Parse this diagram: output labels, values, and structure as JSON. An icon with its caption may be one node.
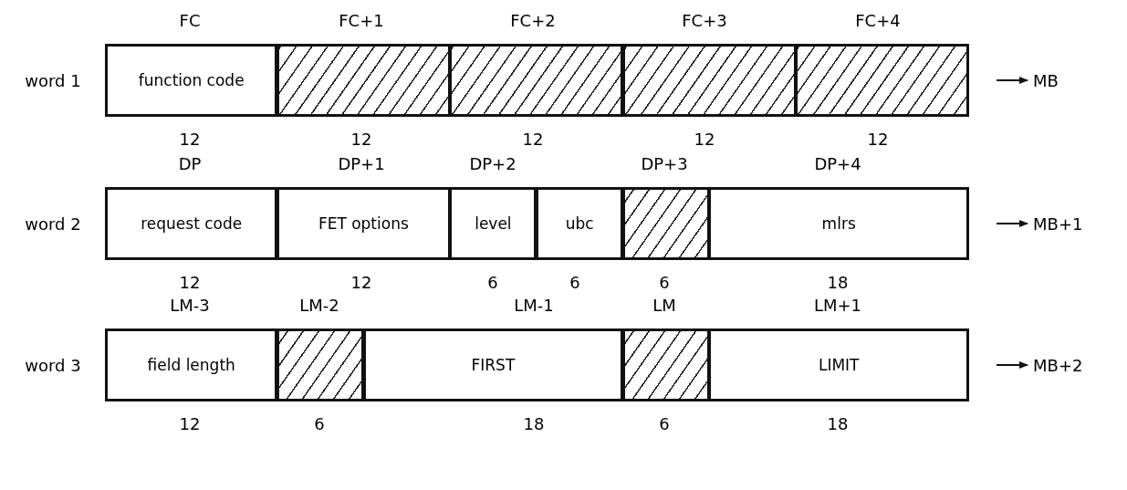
{
  "diagram": {
    "nodes": [
      {
        "text": [
          "function code"
        ]
      },
      {
        "text": [],
        "shape": "box"
      },
      {
        "text": [],
        "shape": "box"
      },
      {
        "text": [],
        "shape": "box"
      },
      {
        "text": [],
        "shape": "box"
      },
      {
        "text": [
          "MB"
        ]
      },
      {
        "text": [
          "request code"
        ]
      },
      {
        "text": [
          "FET options"
        ]
      },
      {
        "text": [
          "level"
        ]
      },
      {
        "text": [
          "ubc"
        ]
      },
      {
        "text": [],
        "shape": "box"
      },
      {
        "text": [
          "mlrs"
        ]
      },
      {
        "text": [
          "MB+1"
        ]
      },
      {
        "text": [
          "field length"
        ]
      },
      {
        "text": [],
        "shape": "box"
      },
      {
        "text": [
          "FIRST"
        ]
      },
      {
        "text": [],
        "shape": "box"
      },
      {
        "text": [
          "LIMIT"
        ]
      },
      {
        "text": [
          "MB+2"
        ]
      }
    ],
    "edges": [
      {
        "from": null,
        "to": 5,
        "arrow": "to"
      },
      {
        "from": null,
        "to": 12,
        "arrow": "to"
      },
      {
        "from": null,
        "to": 18,
        "arrow": "to"
      }
    ],
    "labels": [
      "FC",
      "FC+1",
      "FC+2",
      "FC+3",
      "FC+4",
      "word 1",
      "12",
      "12",
      "12",
      "12",
      "12",
      "DP",
      "DP+1",
      "DP+2",
      "DP+3",
      "DP+4",
      "word 2",
      "12",
      "12",
      "6",
      "6",
      "6",
      "18",
      "LM-3",
      "LM-2",
      "LM-1",
      "LM",
      "LM+1",
      "word 3",
      "12",
      "6",
      "18",
      "6",
      "18"
    ]
  }
}
